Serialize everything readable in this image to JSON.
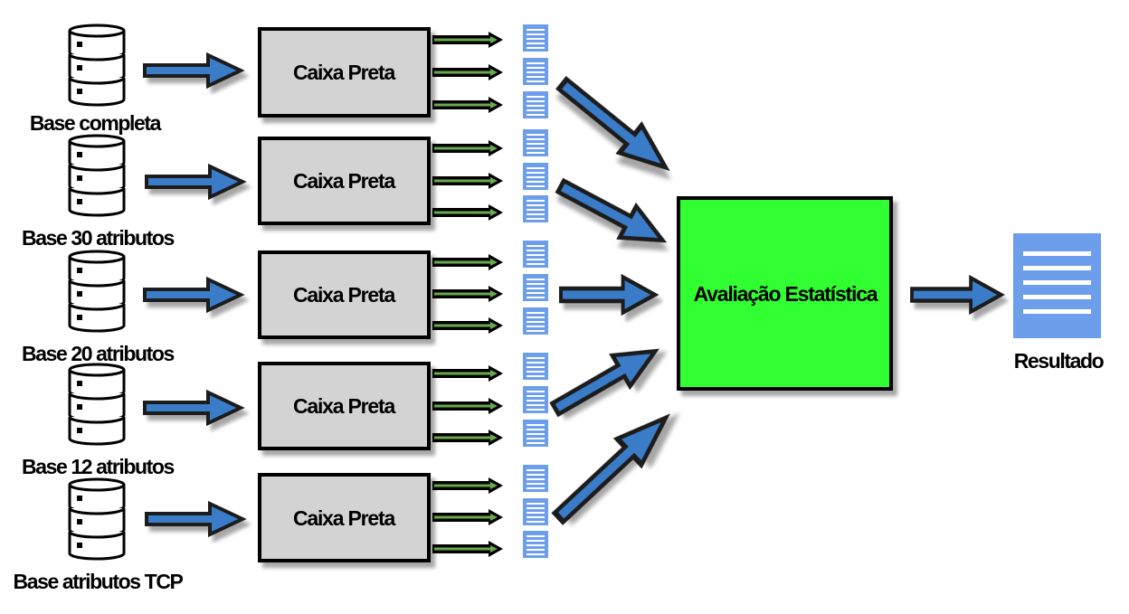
{
  "diagram": {
    "rows": [
      {
        "source_label": "Base completa",
        "process_label": "Caixa Preta"
      },
      {
        "source_label": "Base 30 atributos",
        "process_label": "Caixa Preta"
      },
      {
        "source_label": "Base 20 atributos",
        "process_label": "Caixa Preta"
      },
      {
        "source_label": "Base 12 atributos",
        "process_label": "Caixa Preta"
      },
      {
        "source_label": "Base atributos TCP",
        "process_label": "Caixa Preta"
      }
    ],
    "evaluation_label": "Avaliação Estatística",
    "result_label": "Resultado",
    "colors": {
      "arrow_blue": "#3a7bc8",
      "process_fill": "#d3d3d3",
      "evaluation_fill": "#33ff33",
      "green_arrow": "#6aa84f",
      "doc_blue": "#6d9eeb"
    },
    "icons": {
      "source": "database-icon",
      "output": "document-icon",
      "result": "document-icon"
    }
  }
}
